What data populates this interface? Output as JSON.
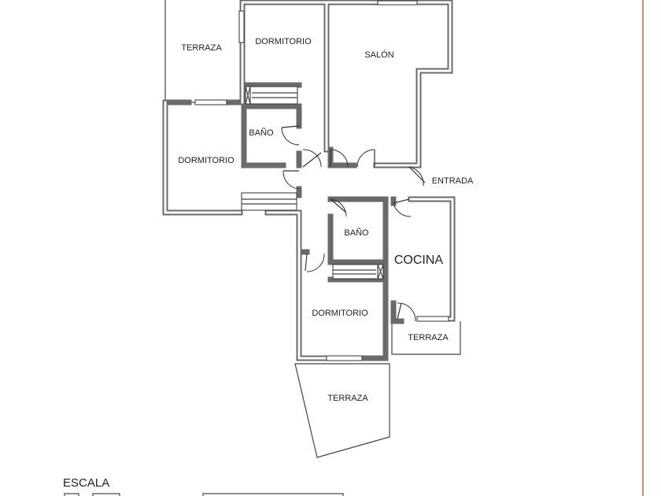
{
  "rooms": {
    "terraza_nw": "TERRAZA",
    "dormitorio_n": "DORMITORIO",
    "salon": "SALÓN",
    "bano_n": "BAÑO",
    "dormitorio_w": "DORMITORIO",
    "entrada": "ENTRADA",
    "bano_s": "BAÑO",
    "cocina": "COCINA",
    "dormitorio_s": "DORMITORIO",
    "terraza_e": "TERRAZA",
    "terraza_s": "TERRAZA"
  },
  "scale": {
    "label": "ESCALA"
  },
  "colors": {
    "walls": "#6a6a6a",
    "border": "#c0663c"
  }
}
